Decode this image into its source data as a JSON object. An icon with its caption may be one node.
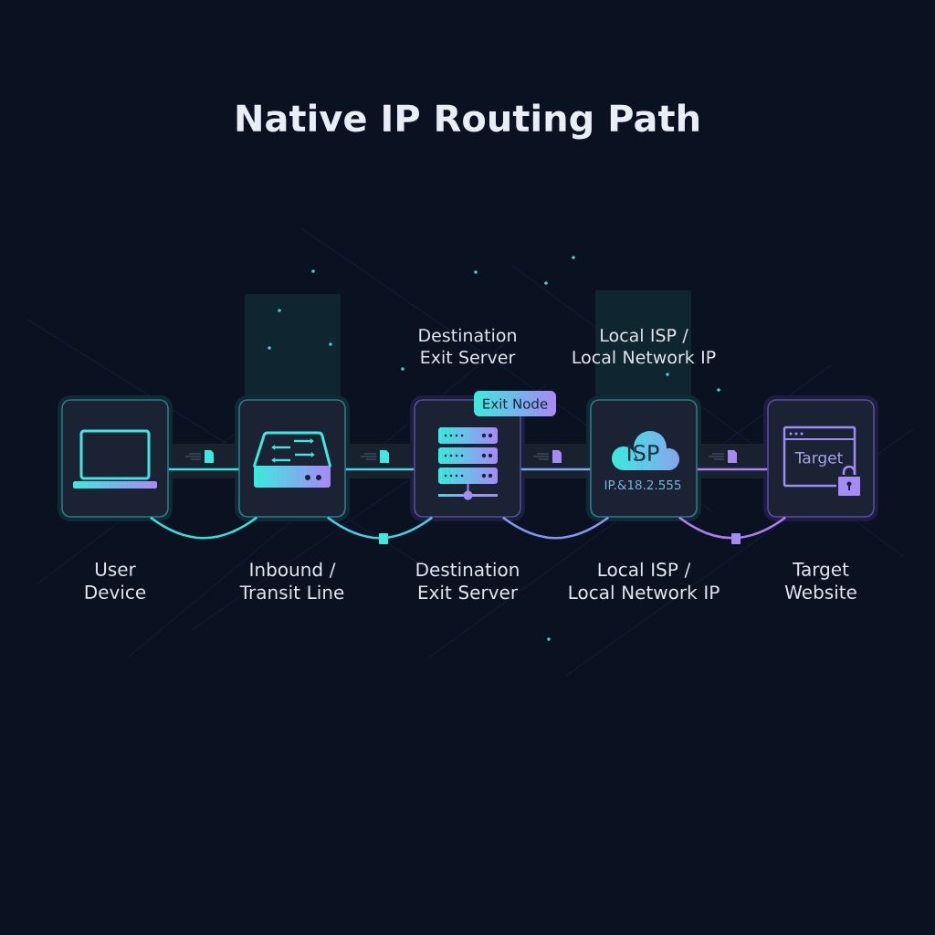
{
  "diagram": {
    "title": "Native IP Routing Path",
    "nodes": [
      {
        "text": [
          "User Device"
        ]
      },
      {
        "text": [
          "Inbound / Transit Line"
        ]
      },
      {
        "text": [
          "Destination Exit Server"
        ],
        "beside": [
          "Destination Exit Server"
        ]
      },
      {
        "text": [
          "ISP",
          "IP.&18.2.555",
          "Local ISP / Local Network IP"
        ],
        "beside": [
          "Local ISP / Local Network IP"
        ]
      },
      {
        "text": [
          "Target",
          "Target Website"
        ]
      },
      {
        "text": [
          "Exit Node"
        ]
      }
    ],
    "edges": [
      {
        "from": 0,
        "to": 1,
        "arrow": "none",
        "color": "#35e3dc"
      },
      {
        "from": 1,
        "to": 2,
        "arrow": "none",
        "color": "#45d3e6"
      },
      {
        "from": 2,
        "to": 3,
        "arrow": "none",
        "color": "#7ea6f2"
      },
      {
        "from": 3,
        "to": 4,
        "arrow": "none",
        "color": "#a883f2"
      },
      {
        "from": 0,
        "to": 1,
        "arrow": "none",
        "color": "#33e0d8"
      },
      {
        "from": 1,
        "to": 2,
        "arrow": "none",
        "color": "#48cde8"
      },
      {
        "from": 2,
        "to": 3,
        "arrow": "none",
        "color": "#8497ef"
      },
      {
        "from": 3,
        "to": 4,
        "arrow": "none",
        "color": "#b07cf0"
      }
    ]
  }
}
